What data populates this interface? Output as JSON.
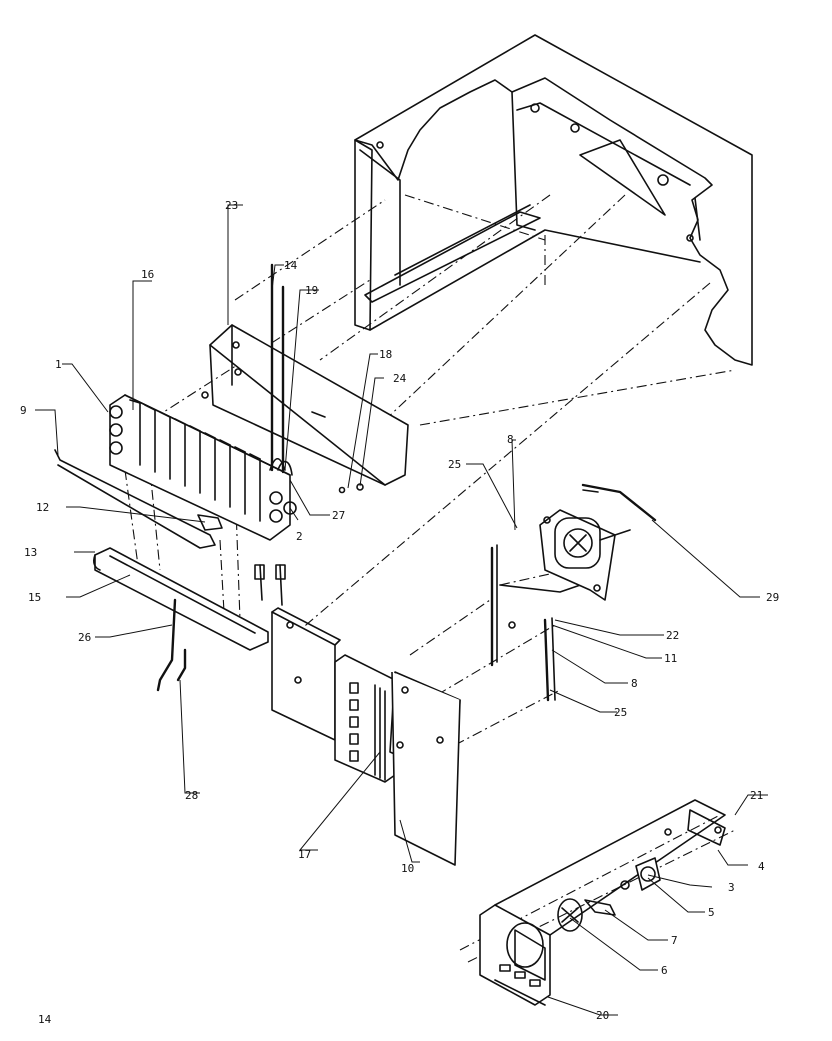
{
  "page_number": "14",
  "callouts": [
    "1",
    "2",
    "3",
    "4",
    "5",
    "6",
    "7",
    "8",
    "8",
    "9",
    "10",
    "11",
    "12",
    "13",
    "14",
    "15",
    "16",
    "17",
    "18",
    "19",
    "20",
    "21",
    "22",
    "23",
    "24",
    "25",
    "25",
    "26",
    "27",
    "28",
    "29"
  ]
}
